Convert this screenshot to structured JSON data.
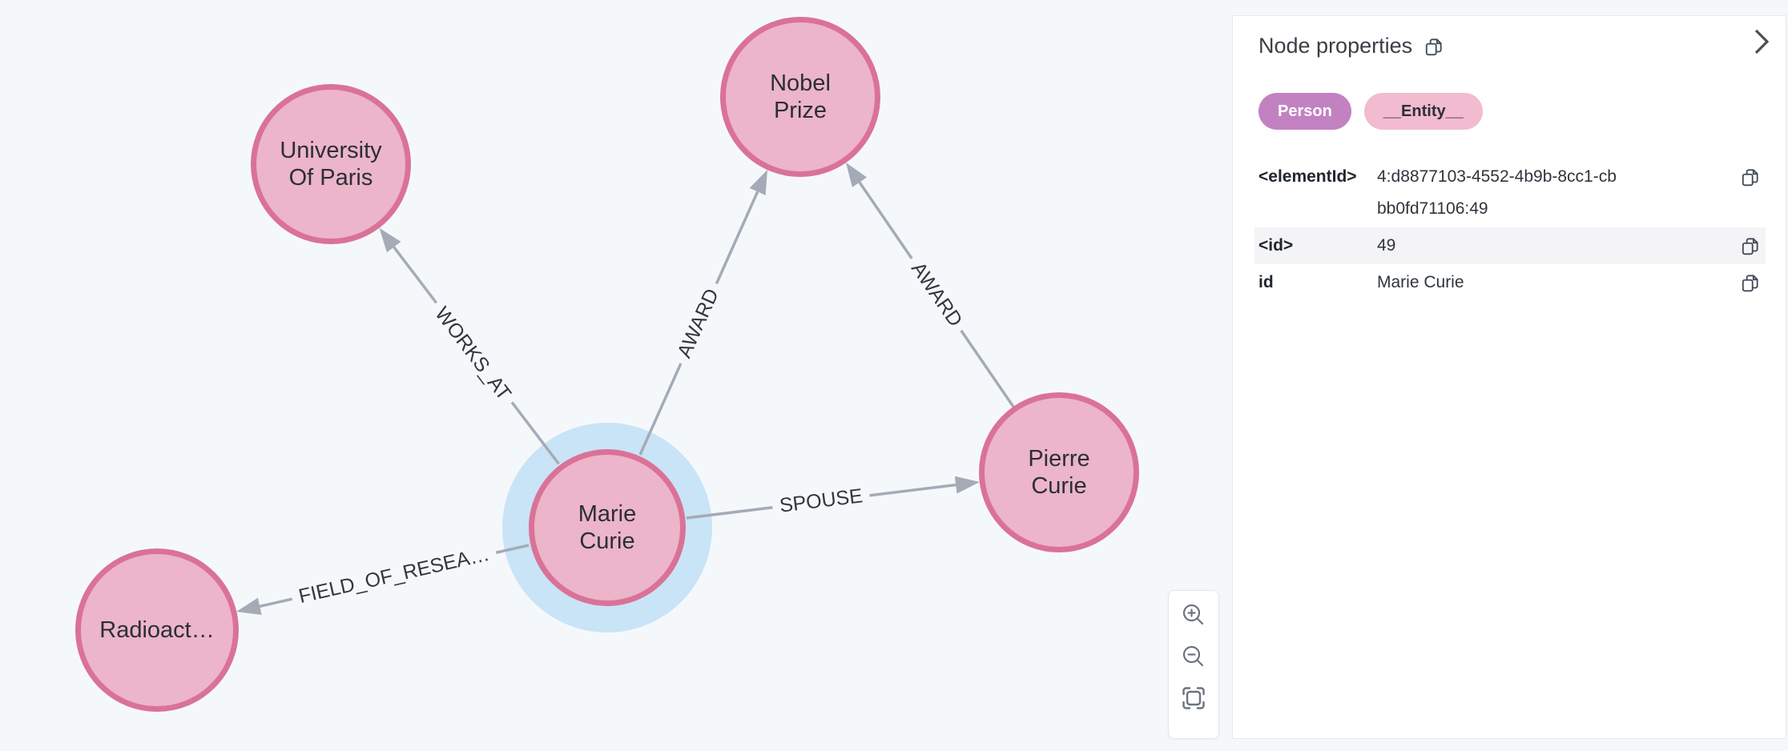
{
  "graph": {
    "nodes": [
      {
        "lines": [
          "University",
          "Of Paris"
        ]
      },
      {
        "lines": [
          "Nobel",
          "Prize"
        ]
      },
      {
        "lines": [
          "Marie",
          "Curie"
        ],
        "selected": true
      },
      {
        "lines": [
          "Pierre",
          "Curie"
        ]
      },
      {
        "lines": [
          "Radioact…"
        ]
      }
    ],
    "relationships": [
      {
        "type": "WORKS_AT"
      },
      {
        "type": "AWARD"
      },
      {
        "type": "AWARD"
      },
      {
        "type": "SPOUSE"
      },
      {
        "type": "FIELD_OF_RESEA…"
      }
    ],
    "colors": {
      "canvas_bg": "#f5f8fb",
      "node_fill": "#ecb5c9",
      "node_border": "#da7298",
      "selection_halo": "#c9e4f7",
      "relationship": "#a5abb6"
    }
  },
  "zoom_controls": {
    "buttons": [
      {
        "icon": "zoom-in-icon"
      },
      {
        "icon": "zoom-out-icon"
      },
      {
        "icon": "fit-to-screen-icon"
      }
    ]
  },
  "panel": {
    "title": "Node properties",
    "node_labels": [
      {
        "text": "Person",
        "color": "#c282c2"
      },
      {
        "text": "__Entity__",
        "color": "#f2bbcf"
      }
    ],
    "properties": [
      {
        "key": "<elementId>",
        "value": "4:d8877103-4552-4b9b-8cc1-cbbb0fd71106:49"
      },
      {
        "key": "<id>",
        "value": "49"
      },
      {
        "key": "id",
        "value": "Marie Curie"
      }
    ]
  }
}
